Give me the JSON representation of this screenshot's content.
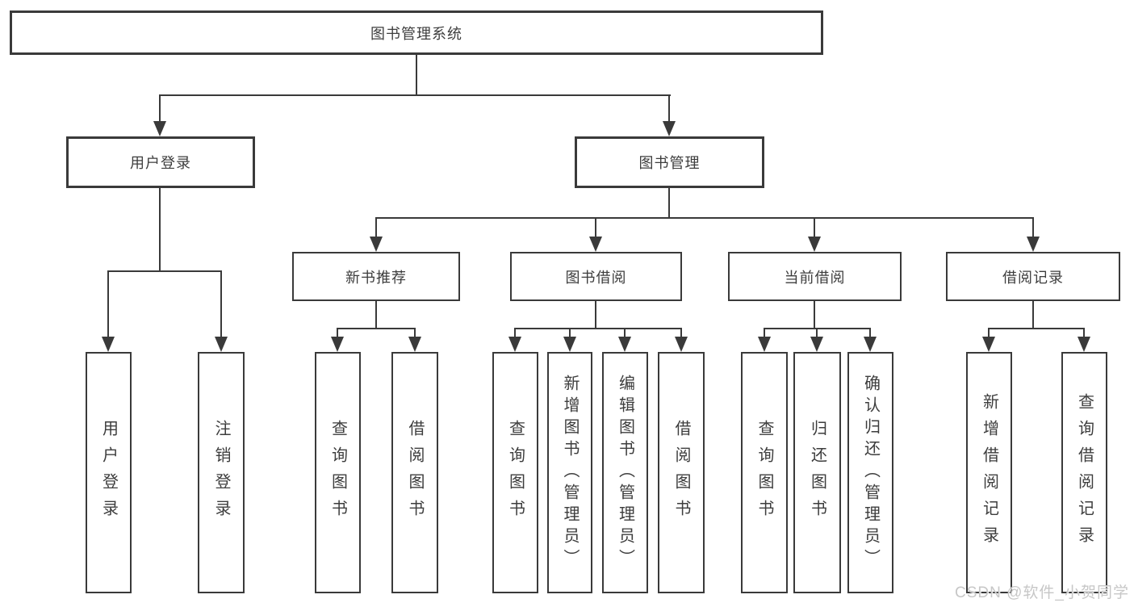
{
  "tree": {
    "root": {
      "label": "图书管理系统",
      "children": [
        {
          "label": "用户登录",
          "children": [
            {
              "label": "用户登录"
            },
            {
              "label": "注销登录"
            }
          ]
        },
        {
          "label": "图书管理",
          "children": [
            {
              "label": "新书推荐",
              "children": [
                {
                  "label": "查询图书"
                },
                {
                  "label": "借阅图书"
                }
              ]
            },
            {
              "label": "图书借阅",
              "children": [
                {
                  "label": "查询图书"
                },
                {
                  "label": "新增图书（管理员）"
                },
                {
                  "label": "编辑图书（管理员）"
                },
                {
                  "label": "借阅图书"
                }
              ]
            },
            {
              "label": "当前借阅",
              "children": [
                {
                  "label": "查询图书"
                },
                {
                  "label": "归还图书"
                },
                {
                  "label": "确认归还（管理员）"
                }
              ]
            },
            {
              "label": "借阅记录",
              "children": [
                {
                  "label": "新增借阅记录"
                },
                {
                  "label": "查询借阅记录"
                }
              ]
            }
          ]
        }
      ]
    }
  },
  "watermark": "CSDN @软件_小贺同学",
  "colors": {
    "line": "#3a3a3a",
    "text": "#3d3d3d",
    "watermark": "#c7c7c7"
  }
}
